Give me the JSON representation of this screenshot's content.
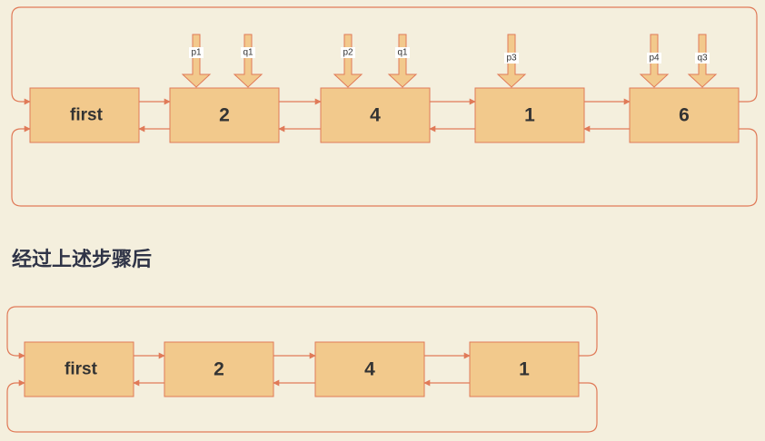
{
  "colors": {
    "background": "#f4efdd",
    "node_fill": "#f2c98c",
    "node_stroke": "#e07a58",
    "link": "#e07a58",
    "text": "#333333",
    "caption": "#2f3447"
  },
  "before": {
    "nodes": [
      {
        "label": "first"
      },
      {
        "label": "2"
      },
      {
        "label": "4"
      },
      {
        "label": "1"
      },
      {
        "label": "6"
      }
    ],
    "pointers": [
      {
        "label": "p1",
        "node": 1
      },
      {
        "label": "q1",
        "node": 1
      },
      {
        "label": "p2",
        "node": 2
      },
      {
        "label": "q1",
        "node": 2
      },
      {
        "label": "p3",
        "node": 3
      },
      {
        "label": "p4",
        "node": 4
      },
      {
        "label": "q3",
        "node": 4
      }
    ]
  },
  "caption": "经过上述步骤后",
  "after": {
    "nodes": [
      {
        "label": "first"
      },
      {
        "label": "2"
      },
      {
        "label": "4"
      },
      {
        "label": "1"
      }
    ]
  }
}
